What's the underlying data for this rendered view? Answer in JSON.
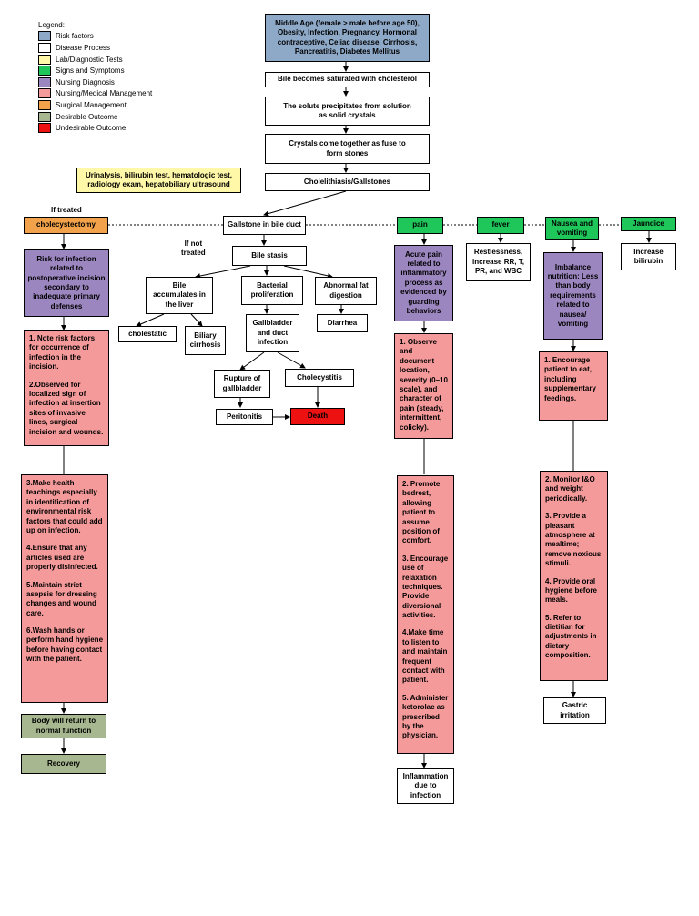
{
  "legend": {
    "title": "Legend:",
    "items": [
      {
        "label": "Risk factors",
        "color": "#8EA9C8"
      },
      {
        "label": "Disease Process",
        "color": "#ffffff"
      },
      {
        "label": "Lab/Diagnostic Tests",
        "color": "#FFF8A8"
      },
      {
        "label": "Signs and Symptoms",
        "color": "#1FC65A"
      },
      {
        "label": "Nursing Diagnosis",
        "color": "#9C86C0"
      },
      {
        "label": "Nursing/Medical Management",
        "color": "#F59A9A"
      },
      {
        "label": "Surgical Management",
        "color": "#F2A24A"
      },
      {
        "label": "Desirable Outcome",
        "color": "#A7B78F"
      },
      {
        "label": "Undesirable Outcome",
        "color": "#EE1111"
      }
    ]
  },
  "flow": {
    "risk_factors": "Middle Age (female > male before age 50), Obesity, Infection, Pregnancy, Hormonal contraceptive, Celiac disease, Cirrhosis, Pancreatitis, Diabetes Mellitus",
    "bile_saturated": "Bile becomes saturated with cholesterol",
    "solute_precipitates": "The solute precipitates from solution as solid crystals",
    "crystals_fuse": "Crystals come together as fuse to form stones",
    "cholelithiasis": "Cholelithiasis/Gallstones",
    "lab_tests": "Urinalysis, bilirubin test, hematologic test, radiology exam, hepatobiliary ultrasound",
    "gallstone_duct": "Gallstone in bile duct",
    "if_not_treated": "If not\ntreated",
    "if_treated": "If treated",
    "bile_stasis": "Bile stasis",
    "bile_accumulates": "Bile\naccumulates in\nthe liver",
    "bacterial": "Bacterial\nproliferation",
    "abnormal_fat": "Abnormal fat\ndigestion",
    "cholestatic": "cholestatic",
    "biliary_cirrhosis": "Biliary\ncirrhosis",
    "gallbladder_infection": "Gallbladder\nand duct\ninfection",
    "diarrhea": "Diarrhea",
    "rupture": "Rupture of\ngallbladder",
    "cholecystitis": "Cholecystitis",
    "peritonitis": "Peritonitis",
    "death": "Death"
  },
  "surgery": {
    "title": "cholecystectomy",
    "dx": "Risk for infection related to postoperative incision secondary to inadequate primary defenses",
    "interventions_a": [
      "1. Note risk factors for occurrence of infection in the incision.",
      "2.Observed for localized sign of infection at insertion sites of invasive lines, surgical incision and wounds."
    ],
    "interventions_b": [
      "3.Make health teachings especially in identification of environmental risk factors that could add up on infection.",
      "4.Ensure that any articles used are properly disinfected.",
      "5.Maintain strict asepsis for dressing changes and wound care.",
      "6.Wash hands or perform hand hygiene before having contact with the patient."
    ],
    "outcome": "Body will return to normal function",
    "recovery": "Recovery"
  },
  "pain": {
    "title": "pain",
    "dx": "Acute pain related to inflammatory process as evidenced by guarding behaviors",
    "interventions_a": [
      "1. Observe and document location, severity (0–10 scale), and character of pain (steady, intermittent, colicky)."
    ],
    "interventions_b": [
      "2. Promote bedrest, allowing patient to assume position of comfort.",
      "3. Encourage use of relaxation techniques. Provide diversional activities.",
      "4.Make time to listen to and maintain frequent contact with patient.",
      "5. Administer ketorolac as prescribed by the physician."
    ],
    "outcome": "Inflammation\ndue to\ninfection"
  },
  "fever": {
    "title": "fever",
    "detail": "Restlessness, increase RR, T, PR, and WBC"
  },
  "nausea": {
    "title": "Nausea and vomiting",
    "dx": "Imbalance nutrition: Less than body requirements related to nausea/ vomiting",
    "interventions_a": [
      "1. Encourage patient to eat, including supplementary feedings."
    ],
    "interventions_b": [
      "2. Monitor I&O and weight periodically.",
      "3. Provide a pleasant atmosphere at mealtime; remove noxious stimuli.",
      "4. Provide oral hygiene before meals.",
      "5. Refer to dietitian for adjustments in dietary composition."
    ],
    "outcome": "Gastric\nirritation"
  },
  "jaundice": {
    "title": "Jaundice",
    "detail": "Increase\nbilirubin"
  }
}
